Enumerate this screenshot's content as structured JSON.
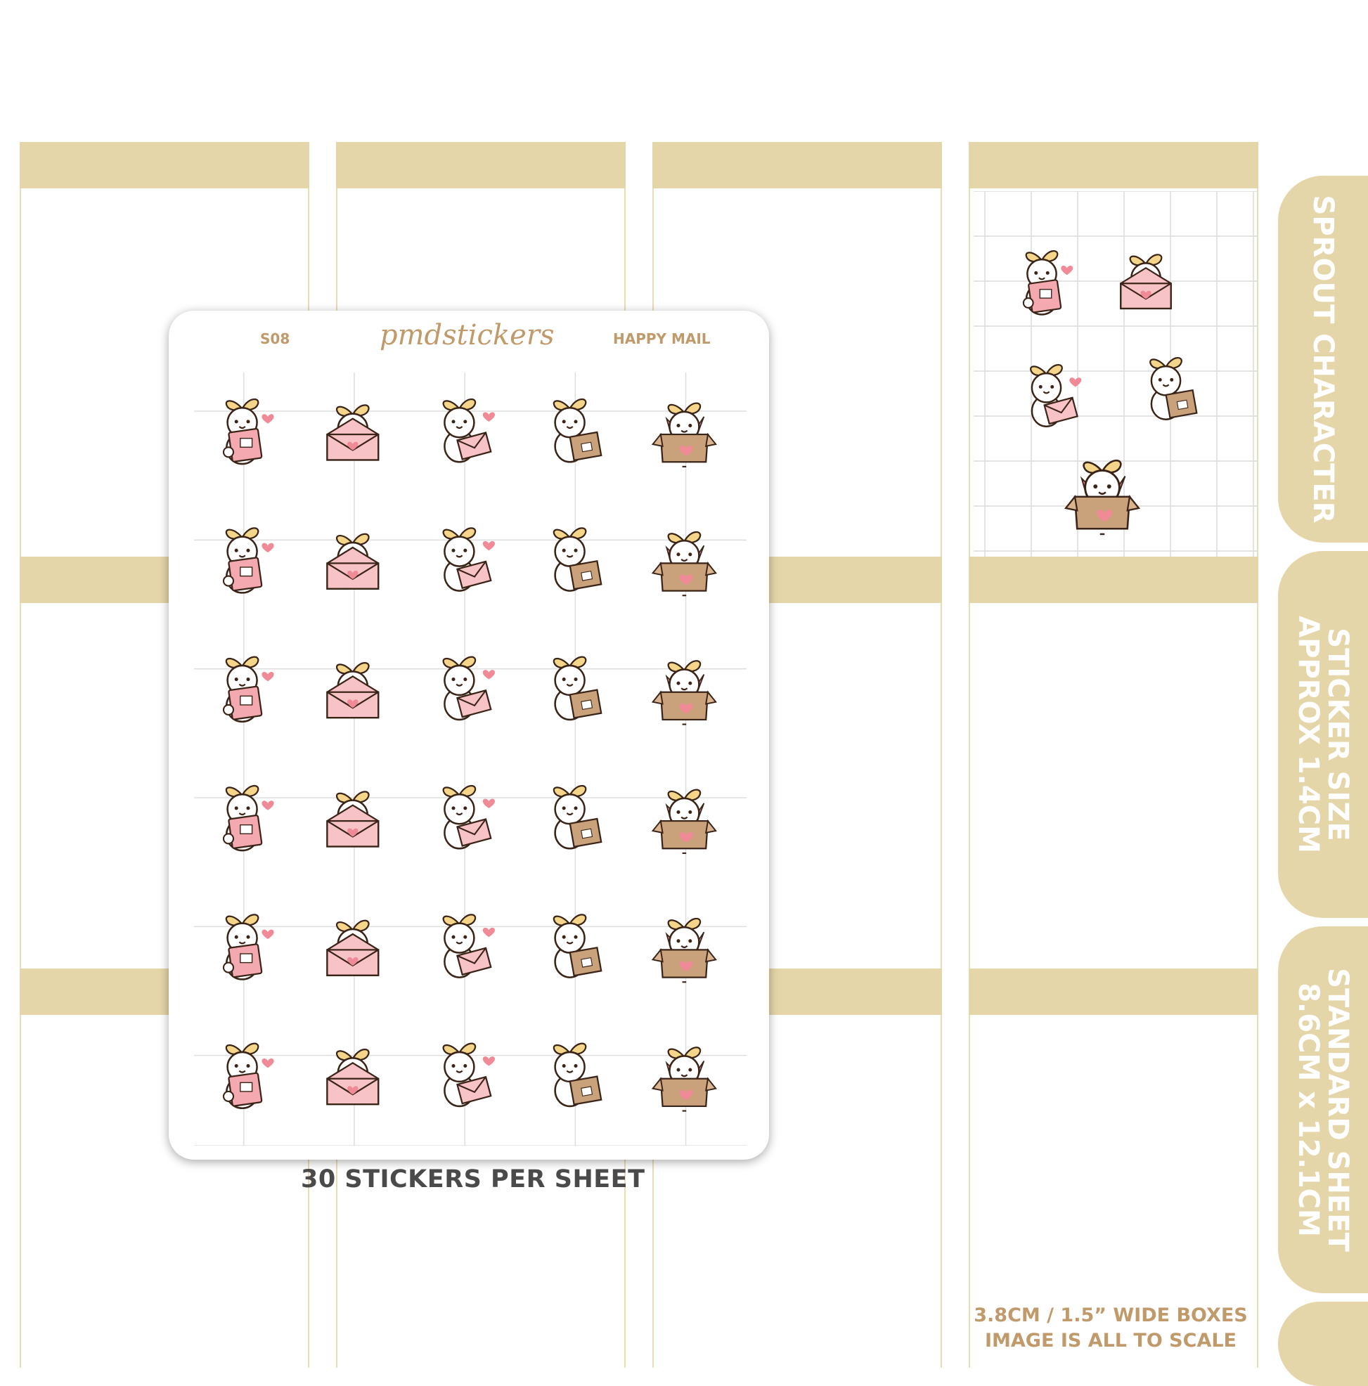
{
  "sheet": {
    "code": "S08",
    "brand": "pmdstickers",
    "theme": "HAPPY MAIL",
    "rows": 6,
    "columns": 5,
    "sticker_icons": [
      "mail-bag-icon",
      "envelope-icon",
      "love-letter-icon",
      "parcel-icon",
      "gift-box-icon"
    ]
  },
  "caption": "30 STICKERS PER SHEET",
  "tabs": [
    {
      "lines": [
        "SPROUT CHARACTER"
      ]
    },
    {
      "lines": [
        "STICKER SIZE",
        "APPROX 1.4CM"
      ]
    },
    {
      "lines": [
        "STANDARD SHEET",
        "8.6CM x 12.1CM"
      ]
    }
  ],
  "scale_note": {
    "line1": "3.8CM / 1.5” WIDE BOXES",
    "line2": "IMAGE IS ALL TO SCALE"
  },
  "colors": {
    "band": "#e5d6a9",
    "accent_text": "#c19a6b",
    "pink": "#f4a9b0",
    "kraft": "#c9a27c",
    "sprout_leaf": "#f5d58a"
  }
}
